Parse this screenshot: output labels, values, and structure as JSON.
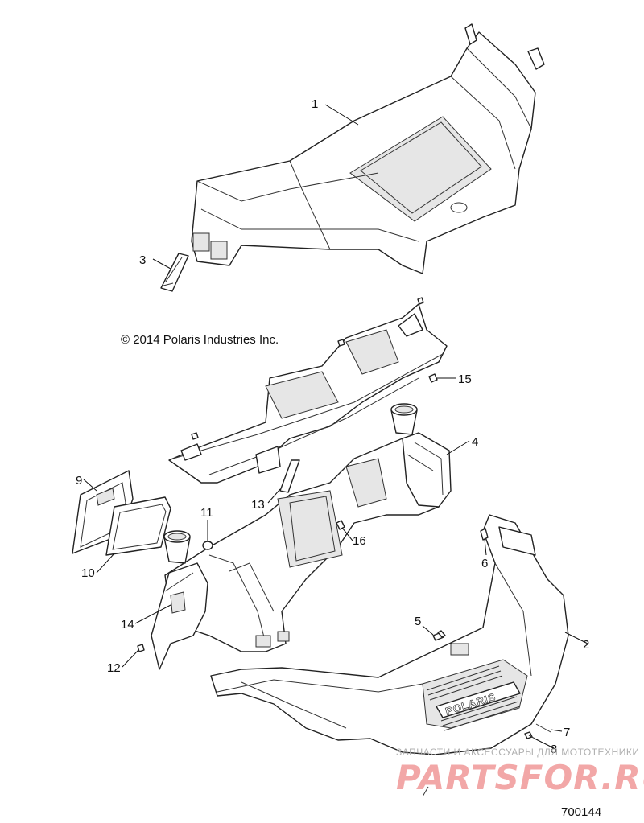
{
  "copyright": "© 2014 Polaris Industries Inc.",
  "figure_number": "700144",
  "brand_plate_text": "POLARIS",
  "watermark": {
    "tagline": "ЗАПЧАСТИ И АКСЕССУАРЫ ДЛЯ МОТОТЕХНИКИ",
    "site": "PARTSFOR.RU"
  },
  "callouts": [
    "1",
    "2",
    "3",
    "4",
    "5",
    "6",
    "7",
    "8",
    "9",
    "10",
    "11",
    "12",
    "13",
    "14",
    "15",
    "16"
  ]
}
